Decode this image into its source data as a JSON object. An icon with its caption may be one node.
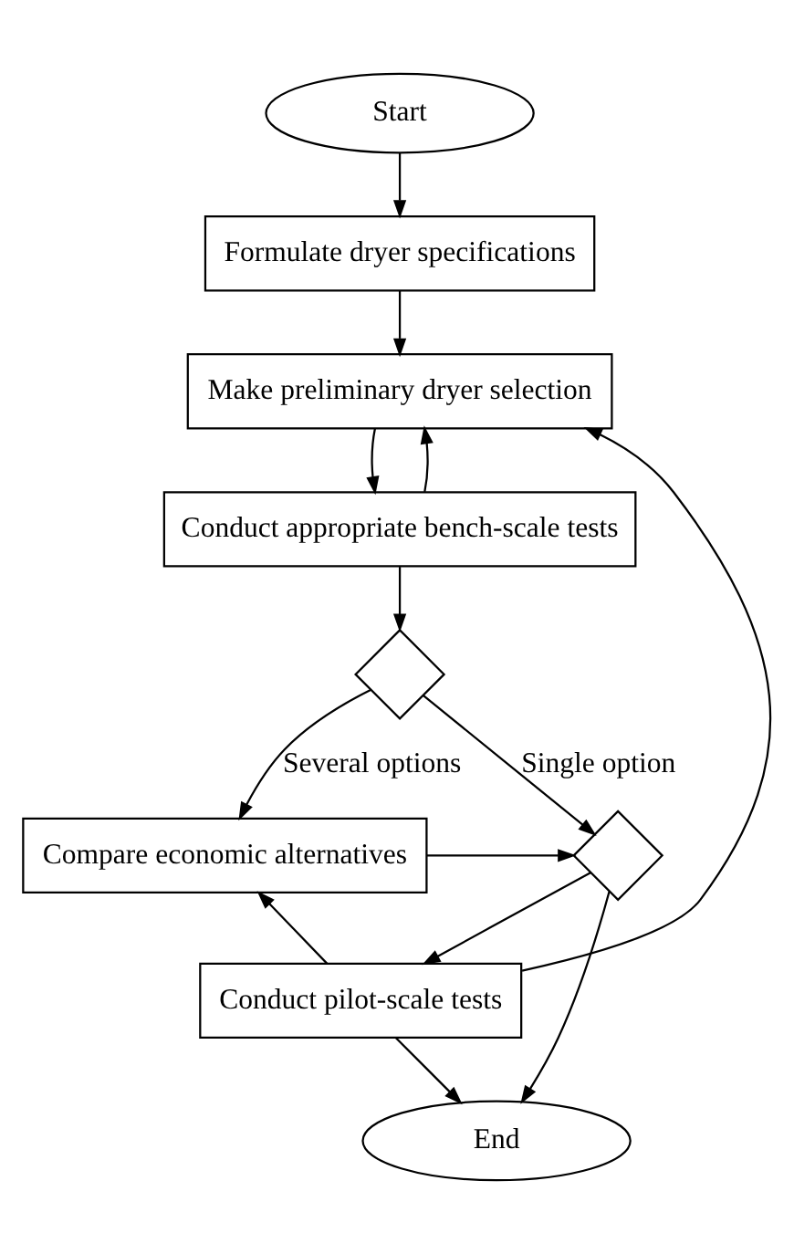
{
  "diagram": {
    "nodes": [
      {
        "text": [
          "Start"
        ]
      },
      {
        "text": [
          "Formulate dryer specifications"
        ]
      },
      {
        "text": [
          "Make preliminary dryer selection"
        ]
      },
      {
        "text": [
          "Conduct appropriate bench-scale tests"
        ]
      },
      {
        "text": [],
        "shape": "diamond"
      },
      {
        "text": [
          "Compare economic alternatives"
        ]
      },
      {
        "text": [],
        "shape": "diamond"
      },
      {
        "text": [
          "Conduct pilot-scale tests"
        ]
      },
      {
        "text": [
          "End"
        ]
      }
    ],
    "edges": [
      {
        "from": 0,
        "to": 1,
        "arrow": "to"
      },
      {
        "from": 1,
        "to": 2,
        "arrow": "to"
      },
      {
        "from": 2,
        "to": 3,
        "arrow": "to"
      },
      {
        "from": 3,
        "to": 2,
        "arrow": "to"
      },
      {
        "from": 3,
        "to": 4,
        "arrow": "to"
      },
      {
        "from": 4,
        "to": 5,
        "arrow": "to",
        "label": "Several options"
      },
      {
        "from": 4,
        "to": 6,
        "arrow": "to",
        "label": "Single option"
      },
      {
        "from": 5,
        "to": 6,
        "arrow": "to"
      },
      {
        "from": 6,
        "to": 7,
        "arrow": "to"
      },
      {
        "from": 7,
        "to": 2,
        "arrow": "to"
      },
      {
        "from": 6,
        "to": 8,
        "arrow": "to"
      },
      {
        "from": 7,
        "to": 5,
        "arrow": "to"
      },
      {
        "from": 7,
        "to": 8,
        "arrow": "to"
      }
    ]
  }
}
